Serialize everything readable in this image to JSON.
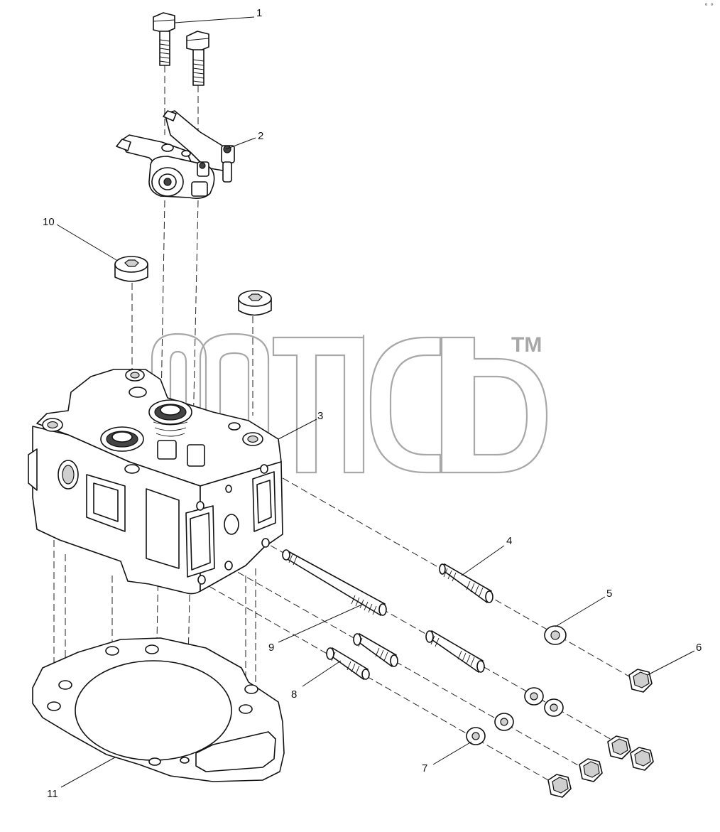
{
  "callouts": [
    "1",
    "2",
    "3",
    "4",
    "5",
    "6",
    "7",
    "8",
    "9",
    "10",
    "11"
  ],
  "watermark": {
    "trademark": "TM"
  },
  "corner_mark": "° °"
}
